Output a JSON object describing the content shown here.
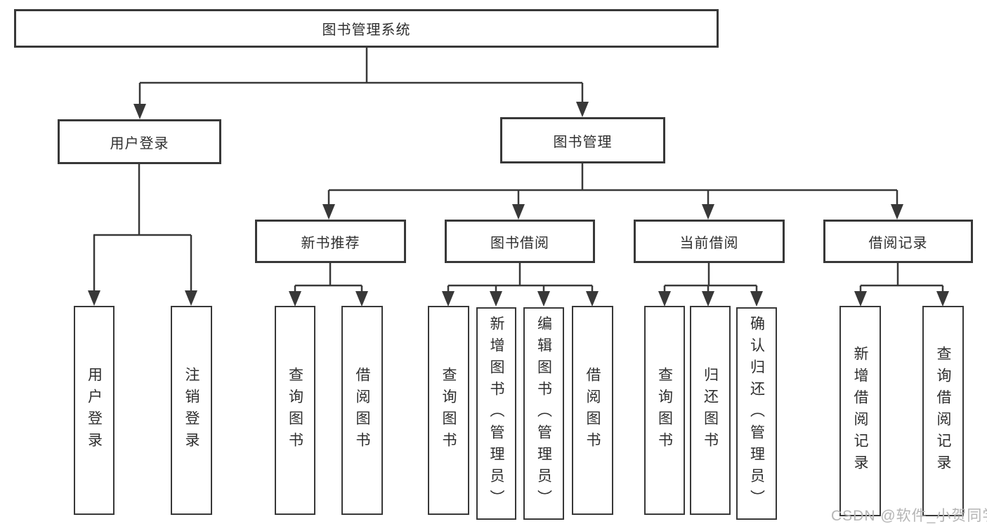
{
  "colors": {
    "line": "#383838",
    "text": "#2e2e2e",
    "watermark": "#b5b5b5",
    "background": "#ffffff"
  },
  "watermark": {
    "text": "CSDN @软件_小贺同学"
  },
  "tree": {
    "root": {
      "label": "图书管理系统"
    },
    "level1": [
      {
        "label": "用户登录"
      },
      {
        "label": "图书管理"
      }
    ],
    "level2": [
      {
        "label": "新书推荐",
        "parent": "图书管理"
      },
      {
        "label": "图书借阅",
        "parent": "图书管理"
      },
      {
        "label": "当前借阅",
        "parent": "图书管理"
      },
      {
        "label": "借阅记录",
        "parent": "图书管理"
      }
    ],
    "leaves": [
      {
        "label": "用户登录",
        "parent": "用户登录"
      },
      {
        "label": "注销登录",
        "parent": "用户登录"
      },
      {
        "label": "查询图书",
        "parent": "新书推荐"
      },
      {
        "label": "借阅图书",
        "parent": "新书推荐"
      },
      {
        "label": "查询图书",
        "parent": "图书借阅"
      },
      {
        "label": "新增图书（管理员）",
        "parent": "图书借阅"
      },
      {
        "label": "编辑图书（管理员）",
        "parent": "图书借阅"
      },
      {
        "label": "借阅图书",
        "parent": "图书借阅"
      },
      {
        "label": "查询图书",
        "parent": "当前借阅"
      },
      {
        "label": "归还图书",
        "parent": "当前借阅"
      },
      {
        "label": "确认归还（管理员）",
        "parent": "当前借阅"
      },
      {
        "label": "新增借阅记录",
        "parent": "借阅记录"
      },
      {
        "label": "查询借阅记录",
        "parent": "借阅记录"
      }
    ]
  }
}
